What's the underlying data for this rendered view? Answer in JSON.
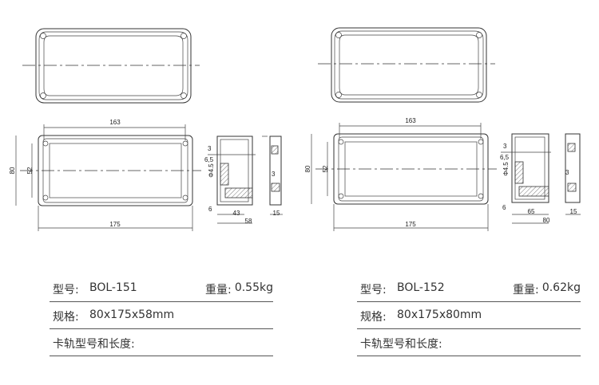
{
  "models": [
    {
      "name": "BOL-151",
      "drawing": {
        "overall_width": "163",
        "overall_length": "175",
        "height_80": "80",
        "height_52": "52",
        "dim_3_top": "3",
        "dim_6_5": "6,5",
        "dim_phi45": "Φ4.5",
        "dim_6": "6",
        "dim_43": "43",
        "dim_58": "58",
        "dim_3_right": "3",
        "dim_15": "15"
      },
      "spec": {
        "model_label": "型号:",
        "model_value": "BOL-151",
        "weight_label": "重量:",
        "weight_value": "0.55kg",
        "size_label": "规格:",
        "size_value": "80x175x58mm",
        "rail_label": "卡轨型号和长度:"
      }
    },
    {
      "name": "BOL-152",
      "drawing": {
        "overall_width": "163",
        "overall_length": "175",
        "height_80": "80",
        "height_52": "52",
        "dim_3_top": "3",
        "dim_6_5": "6,5",
        "dim_phi45": "Φ4.5",
        "dim_6": "6",
        "dim_43": "65",
        "dim_58": "80",
        "dim_3_right": "3",
        "dim_15": "15"
      },
      "spec": {
        "model_label": "型号:",
        "model_value": "BOL-152",
        "weight_label": "重量:",
        "weight_value": "0.62kg",
        "size_label": "规格:",
        "size_value": "80x175x80mm",
        "rail_label": "卡轨型号和长度:"
      }
    }
  ]
}
